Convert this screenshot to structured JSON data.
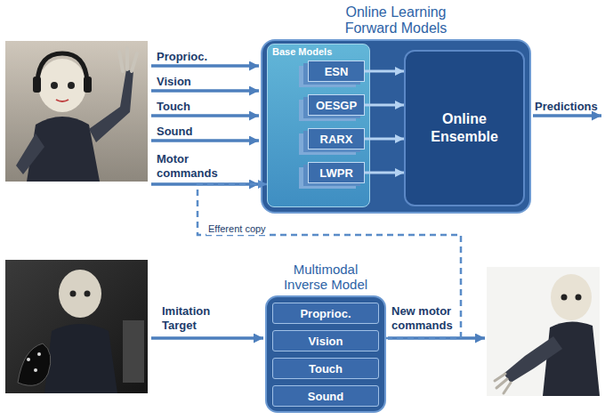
{
  "diagram": {
    "nodes": [
      {
        "text": [
          "Online Learning Forward Models"
        ]
      },
      {
        "text": [
          "Base Models"
        ],
        "in": 0
      },
      {
        "text": [
          "ESN"
        ],
        "in": 1
      },
      {
        "text": [
          "OESGP"
        ],
        "in": 1
      },
      {
        "text": [
          "RARX"
        ],
        "in": 1
      },
      {
        "text": [
          "LWPR"
        ],
        "in": 1
      },
      {
        "text": [
          "Online Ensemble"
        ],
        "in": 0
      },
      {
        "text": [
          "Multimodal Inverse Model"
        ]
      },
      {
        "text": [
          "Proprioc."
        ],
        "in": 7
      },
      {
        "text": [
          "Vision"
        ],
        "in": 7
      },
      {
        "text": [
          "Touch"
        ],
        "in": 7
      },
      {
        "text": [
          "Sound"
        ],
        "in": 7
      }
    ],
    "edges": [
      {
        "from": 2,
        "to": 6,
        "arrow": "to"
      },
      {
        "from": 3,
        "to": 6,
        "arrow": "to"
      },
      {
        "from": 4,
        "to": 6,
        "arrow": "to"
      },
      {
        "from": 5,
        "to": 6,
        "arrow": "to"
      },
      {
        "from": 7,
        "to": 1,
        "label": "Efferent copy",
        "arrow": "to"
      }
    ],
    "labels": [
      "Proprioc.",
      "Vision",
      "Touch",
      "Sound",
      "Motor commands",
      "Predictions",
      "Imitation Target",
      "New motor commands"
    ]
  }
}
